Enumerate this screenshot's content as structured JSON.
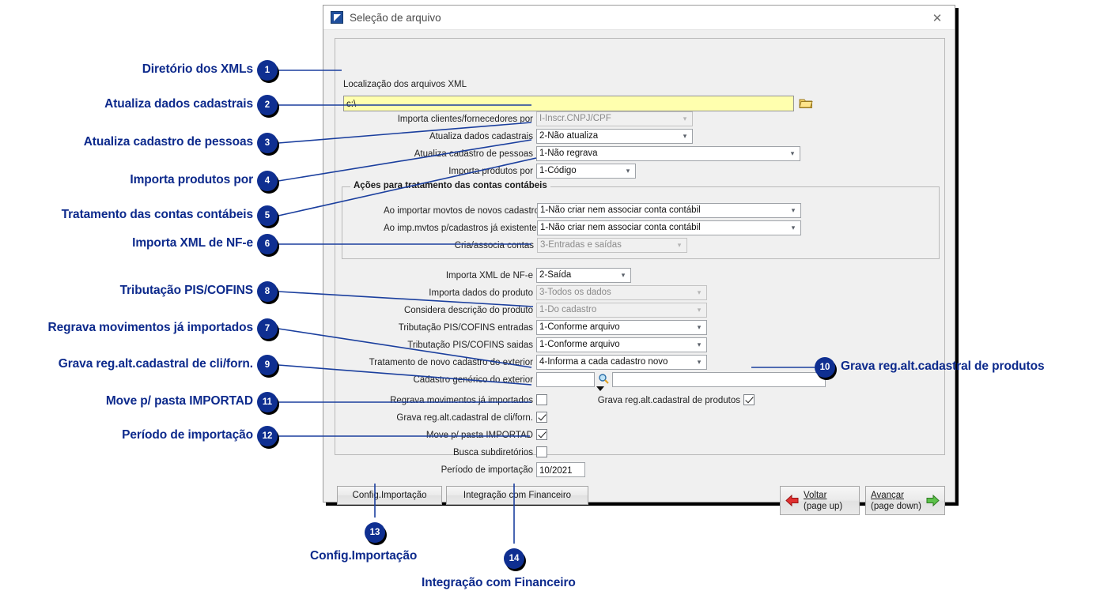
{
  "window": {
    "title": "Seleção de arquivo",
    "app_icon": "app-blue-arrow-icon",
    "close_icon": "✕"
  },
  "form": {
    "path_label": "Localização dos arquivos XML",
    "path_value": "c:\\",
    "browse_icon": "folder-icon",
    "rows": [
      {
        "label": "Importa clientes/fornecedores por",
        "value": "I-Inscr.CNPJ/CPF",
        "disabled": true
      },
      {
        "label": "Atualiza dados cadastrais",
        "value": "2-Não atualiza",
        "disabled": false
      },
      {
        "label": "Atualiza cadastro de pessoas",
        "value": "1-Não regrava",
        "disabled": false
      },
      {
        "label": "Importa produtos por",
        "value": "1-Código",
        "disabled": false
      }
    ],
    "groupbox": {
      "title": "Ações para tratamento das contas contábeis",
      "rows": [
        {
          "label": "Ao importar movtos de novos cadastros",
          "value": "1-Não criar nem associar conta contábil",
          "disabled": false
        },
        {
          "label": "Ao imp.mvtos p/cadastros já existentes",
          "value": "1-Não criar nem associar conta contábil",
          "disabled": false
        },
        {
          "label": "Cria/associa contas",
          "value": "3-Entradas e saídas",
          "disabled": true
        }
      ]
    },
    "rows2": [
      {
        "label": "Importa XML de NF-e",
        "value": "2-Saída",
        "disabled": false
      },
      {
        "label": "Importa dados do produto",
        "value": "3-Todos os dados",
        "disabled": true
      },
      {
        "label": "Considera descrição do produto",
        "value": "1-Do cadastro",
        "disabled": true
      },
      {
        "label": "Tributação PIS/COFINS entradas",
        "value": "1-Conforme arquivo",
        "disabled": false
      },
      {
        "label": "Tributação PIS/COFINS saidas",
        "value": "1-Conforme arquivo",
        "disabled": false
      },
      {
        "label": "Tratamento de novo cadastro do exterior",
        "value": "4-Informa a cada cadastro novo",
        "disabled": false
      }
    ],
    "lookup": {
      "label": "Cadastro genérico do exterior",
      "code_value": "",
      "desc_value": "",
      "search_icon": "magnifier-icon"
    },
    "checkboxes": [
      {
        "label": "Regrava movimentos já importados",
        "checked": false
      },
      {
        "label": "Grava reg.alt.cadastral de cli/forn.",
        "checked": true
      },
      {
        "label": "Move p/ pasta IMPORTAD",
        "checked": true
      },
      {
        "label": "Busca subdiretórios",
        "checked": false
      }
    ],
    "checkbox_right": {
      "label": "Grava reg.alt.cadastral de produtos",
      "checked": true
    },
    "period": {
      "label": "Período de importação",
      "value": "10/2021"
    }
  },
  "buttons": {
    "config_import": "Config.Importação",
    "integration_financial": "Integração com Financeiro",
    "back": {
      "label": "Voltar",
      "hint": "(page up)",
      "icon": "arrow-left-red-icon"
    },
    "next": {
      "label": "Avançar",
      "hint": "(page down)",
      "icon": "arrow-right-green-icon"
    }
  },
  "annotations": {
    "accent_color": "#0d2a8c",
    "badge_color": "#0f2f91",
    "items": [
      {
        "n": "1",
        "text": "Diretório dos XMLs"
      },
      {
        "n": "2",
        "text": "Atualiza dados cadastrais"
      },
      {
        "n": "3",
        "text": "Atualiza cadastro de pessoas"
      },
      {
        "n": "4",
        "text": "Importa produtos por"
      },
      {
        "n": "5",
        "text": "Tratamento das contas contábeis"
      },
      {
        "n": "6",
        "text": "Importa XML de NF-e"
      },
      {
        "n": "8",
        "text": "Tributação PIS/COFINS"
      },
      {
        "n": "7",
        "text": "Regrava movimentos já importados"
      },
      {
        "n": "9",
        "text": "Grava reg.alt.cadastral de cli/forn."
      },
      {
        "n": "11",
        "text": "Move p/ pasta IMPORTAD"
      },
      {
        "n": "12",
        "text": "Período de importação"
      },
      {
        "n": "10",
        "text": "Grava reg.alt.cadastral de produtos"
      },
      {
        "n": "13",
        "text": "Config.Importação"
      },
      {
        "n": "14",
        "text": "Integração com Financeiro"
      }
    ]
  }
}
